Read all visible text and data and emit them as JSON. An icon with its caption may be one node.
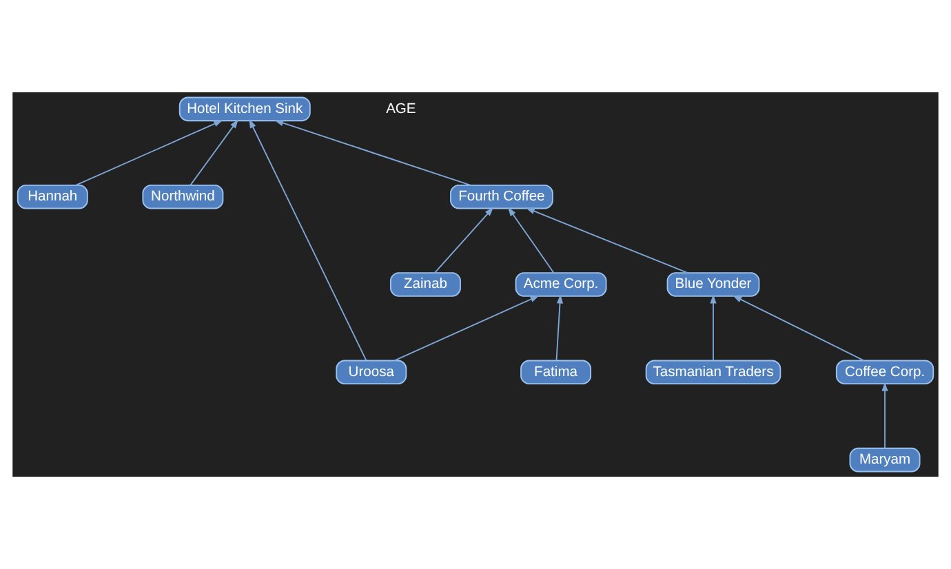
{
  "diagram": {
    "nodes": [
      {
        "text": [
          "Hotel Kitchen Sink"
        ]
      },
      {
        "text": [
          "Hannah"
        ]
      },
      {
        "text": [
          "Northwind"
        ]
      },
      {
        "text": [
          "Fourth Coffee"
        ]
      },
      {
        "text": [
          "Zainab"
        ]
      },
      {
        "text": [
          "Acme Corp."
        ]
      },
      {
        "text": [
          "Blue Yonder"
        ]
      },
      {
        "text": [
          "Uroosa"
        ]
      },
      {
        "text": [
          "Fatima"
        ]
      },
      {
        "text": [
          "Tasmanian Traders"
        ]
      },
      {
        "text": [
          "Coffee Corp."
        ]
      },
      {
        "text": [
          "Maryam"
        ]
      }
    ],
    "edges": [
      {
        "from": 1,
        "to": 0,
        "arrow": "to"
      },
      {
        "from": 2,
        "to": 0,
        "arrow": "to"
      },
      {
        "from": 3,
        "to": 0,
        "arrow": "to"
      },
      {
        "from": 7,
        "to": 0,
        "arrow": "to"
      },
      {
        "from": 4,
        "to": 3,
        "arrow": "to"
      },
      {
        "from": 5,
        "to": 3,
        "arrow": "to"
      },
      {
        "from": 6,
        "to": 3,
        "arrow": "to"
      },
      {
        "from": 7,
        "to": 5,
        "arrow": "to"
      },
      {
        "from": 8,
        "to": 5,
        "arrow": "to"
      },
      {
        "from": 9,
        "to": 6,
        "arrow": "to"
      },
      {
        "from": 10,
        "to": 6,
        "arrow": "to"
      },
      {
        "from": 11,
        "to": 10,
        "arrow": "to"
      }
    ],
    "labels": [
      "AGE"
    ]
  }
}
